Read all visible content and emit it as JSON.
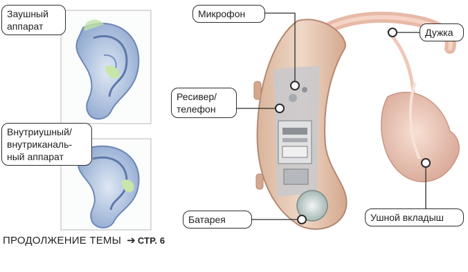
{
  "labels": {
    "bte": "Заушный\nаппарат",
    "ite": "Внутриушный/\nвнутриканаль-\nный аппарат",
    "microphone": "Микрофон",
    "receiver": "Ресивер/\nтелефон",
    "battery": "Батарея",
    "tube": "Дужка",
    "earmold": "Ушной вкладыш"
  },
  "footer": {
    "text": "ПРОДОЛЖЕНИЕ ТЕМЫ",
    "arrow": "➔",
    "page_ref": "СТР. 6"
  }
}
